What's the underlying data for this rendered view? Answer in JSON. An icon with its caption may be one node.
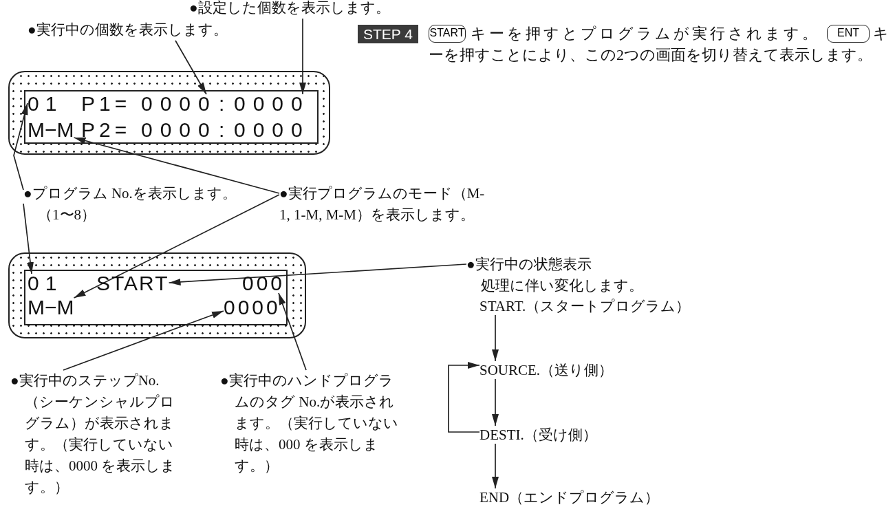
{
  "diagram": {
    "nodes": [
      {
        "text": [],
        "shape": "box"
      },
      {
        "text": [],
        "shape": "box",
        "in": 0
      },
      {
        "text": [
          "01"
        ],
        "in": 1
      },
      {
        "text": [
          "0000"
        ],
        "in": 1
      },
      {
        "text": [
          "0000"
        ],
        "in": 1
      },
      {
        "text": [
          "M−M"
        ],
        "in": 1
      },
      {
        "text": [],
        "shape": "box"
      },
      {
        "text": [],
        "shape": "box",
        "in": 6
      },
      {
        "text": [
          "01"
        ],
        "in": 7
      },
      {
        "text": [
          "START"
        ],
        "in": 7
      },
      {
        "text": [
          "000"
        ],
        "in": 7
      },
      {
        "text": [
          "M−M"
        ],
        "in": 7
      },
      {
        "text": [
          "0000"
        ],
        "in": 7
      },
      {
        "text": [
          "●設定した個数を表示します。"
        ]
      },
      {
        "text": [
          "●実行中の個数を表示します。"
        ]
      },
      {
        "text": [
          "●プログラム No.を表示します。（1〜8）"
        ]
      },
      {
        "text": [
          "●実行プログラムのモード（M-1, 1-M, M-M）を表示します。"
        ]
      },
      {
        "text": [
          "●実行中の状態表示",
          "処理に伴い変化します。"
        ]
      },
      {
        "text": [
          "●実行中のステップNo.（シーケンシャルプログラム）が表示されます。（実行していない時は、0000 を表示します。）"
        ]
      },
      {
        "text": [
          "●実行中のハンドプログラムのタグ No.が表示されます。（実行していない時は、000 を表示します。）"
        ]
      },
      {
        "text": [
          "START.（スタートプログラム）"
        ]
      },
      {
        "text": [
          "SOURCE.（送り側）"
        ]
      },
      {
        "text": [
          "DESTI.（受け側）"
        ]
      },
      {
        "text": [
          "END（エンドプログラム）"
        ]
      },
      {
        "text": [
          "STEP 4"
        ]
      },
      {
        "text": [
          "START"
        ]
      },
      {
        "text": [
          "ENT"
        ]
      }
    ],
    "edges": [
      {
        "from": 13,
        "to": 4,
        "arrow": "to"
      },
      {
        "from": 14,
        "to": 3,
        "arrow": "to"
      },
      {
        "from": 15,
        "to": 2,
        "arrow": "to"
      },
      {
        "from": 15,
        "to": 8,
        "arrow": "to"
      },
      {
        "from": 16,
        "to": 5,
        "arrow": "to"
      },
      {
        "from": 16,
        "to": 11,
        "arrow": "to"
      },
      {
        "from": 17,
        "to": 9,
        "arrow": "to"
      },
      {
        "from": 18,
        "to": 12,
        "arrow": "to"
      },
      {
        "from": 19,
        "to": 10,
        "arrow": "to"
      },
      {
        "from": 20,
        "to": 21,
        "arrow": "to"
      },
      {
        "from": 21,
        "to": 22,
        "arrow": "to"
      },
      {
        "from": 22,
        "to": 23,
        "arrow": "to"
      },
      {
        "from": 22,
        "to": 21,
        "arrow": "to"
      }
    ],
    "labels": [
      "P1=",
      ":",
      "P2=",
      "0000",
      ":",
      "0000",
      "キーを押すとプログラムが実行されます。",
      "キーを押すことにより、この2つの画面を切り替えて表示します。"
    ]
  }
}
